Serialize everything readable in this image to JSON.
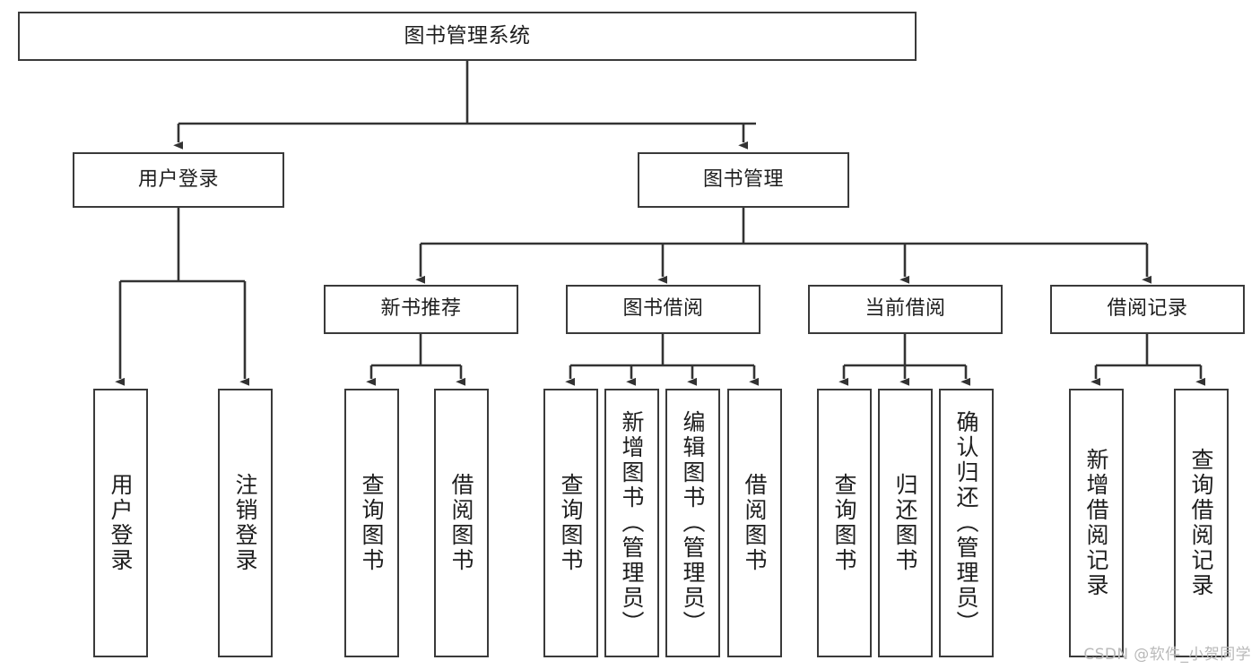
{
  "diagram": {
    "type": "tree",
    "title": "图书管理系统",
    "root": {
      "id": "root",
      "label": "图书管理系统"
    },
    "level2": [
      {
        "id": "user-login",
        "label": "用户登录"
      },
      {
        "id": "book-manage",
        "label": "图书管理"
      }
    ],
    "level3": [
      {
        "id": "new-book-rec",
        "label": "新书推荐",
        "parent": "book-manage"
      },
      {
        "id": "book-borrow",
        "label": "图书借阅",
        "parent": "book-manage"
      },
      {
        "id": "current-borrow",
        "label": "当前借阅",
        "parent": "book-manage"
      },
      {
        "id": "borrow-record",
        "label": "借阅记录",
        "parent": "book-manage"
      }
    ],
    "leaves": [
      {
        "id": "leaf-user-login",
        "label": "用户登录",
        "parent": "user-login"
      },
      {
        "id": "leaf-user-logout",
        "label": "注销登录",
        "parent": "user-login"
      },
      {
        "id": "leaf-rec-query",
        "label": "查询图书",
        "parent": "new-book-rec"
      },
      {
        "id": "leaf-rec-borrow",
        "label": "借阅图书",
        "parent": "new-book-rec"
      },
      {
        "id": "leaf-borrow-query",
        "label": "查询图书",
        "parent": "book-borrow"
      },
      {
        "id": "leaf-borrow-add",
        "label": "新增图书（管理员）",
        "parent": "book-borrow"
      },
      {
        "id": "leaf-borrow-edit",
        "label": "编辑图书（管理员）",
        "parent": "book-borrow"
      },
      {
        "id": "leaf-borrow-lend",
        "label": "借阅图书",
        "parent": "book-borrow"
      },
      {
        "id": "leaf-cur-query",
        "label": "查询图书",
        "parent": "current-borrow"
      },
      {
        "id": "leaf-cur-return",
        "label": "归还图书",
        "parent": "current-borrow"
      },
      {
        "id": "leaf-cur-confirm",
        "label": "确认归还（管理员）",
        "parent": "current-borrow"
      },
      {
        "id": "leaf-rec-add",
        "label": "新增借阅记录",
        "parent": "borrow-record"
      },
      {
        "id": "leaf-rec-query2",
        "label": "查询借阅记录",
        "parent": "borrow-record"
      }
    ],
    "colors": {
      "border": "#3a3a3a",
      "background": "#ffffff",
      "text": "#1e1e1e",
      "edge": "#333333",
      "watermark": "#b9b9b9"
    }
  },
  "watermark": {
    "text": "CSDN @软件_小贺同学"
  }
}
